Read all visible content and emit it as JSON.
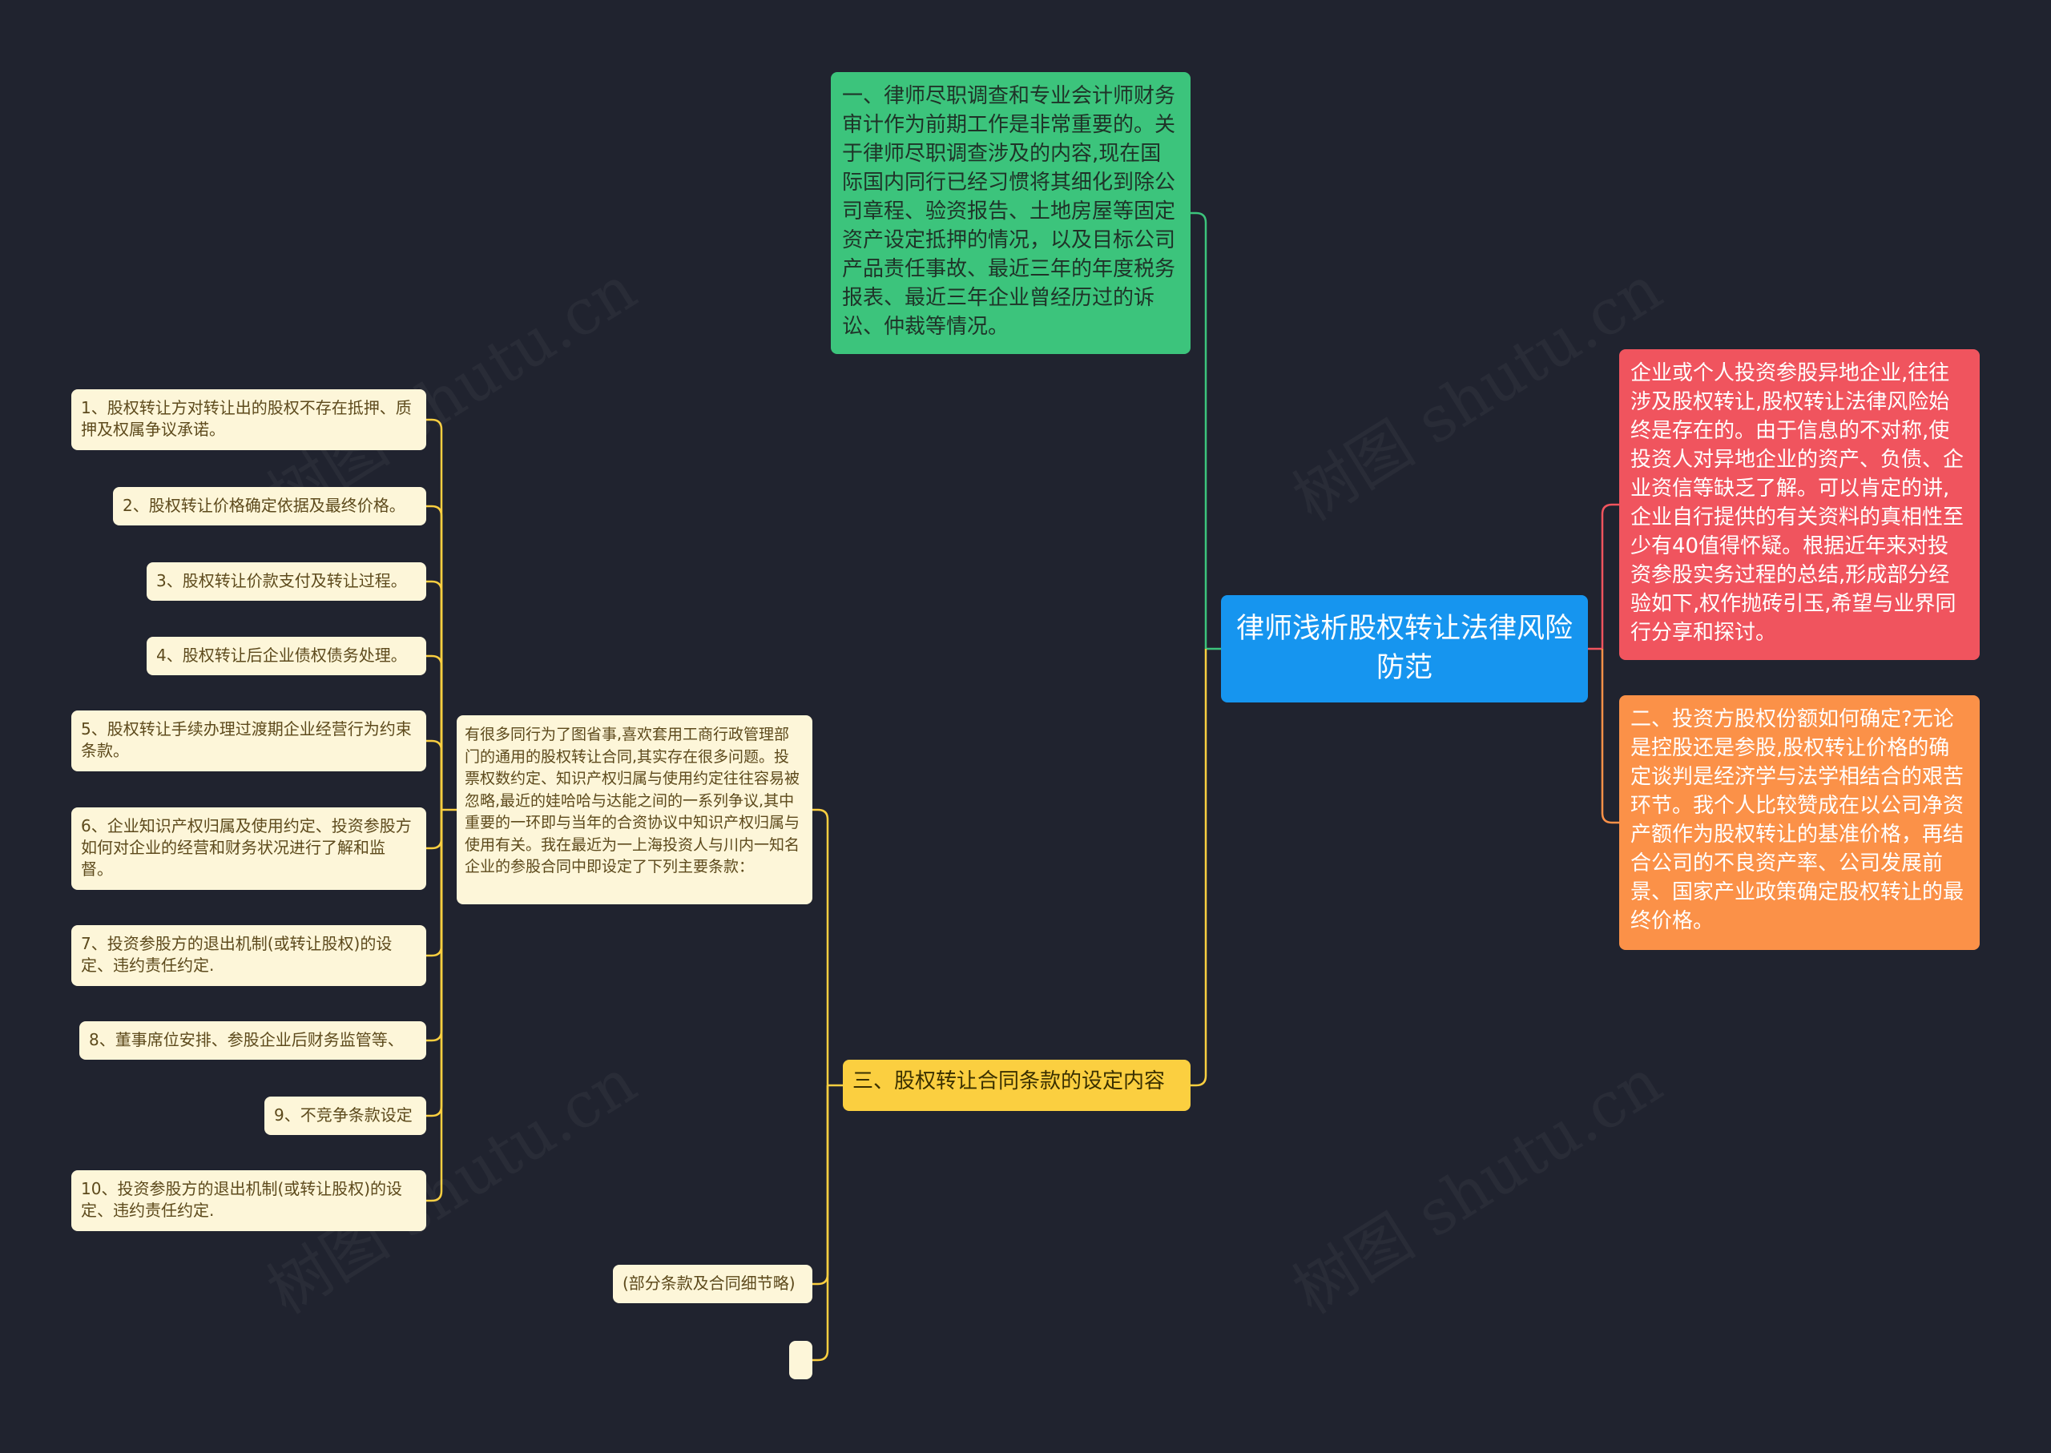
{
  "root": {
    "title": "律师浅析股权转让法律风险防范"
  },
  "branches": {
    "due_diligence": "一、律师尽职调查和专业会计师财务审计作为前期工作是非常重要的。关于律师尽职调查涉及的内容,现在国际国内同行已经习惯将其细化到除公司章程、验资报告、土地房屋等固定资产设定抵押的情况，以及目标公司产品责任事故、最近三年的年度税务报表、最近三年企业曾经历过的诉讼、仲裁等情况。",
    "intro": "企业或个人投资参股异地企业,往往涉及股权转让,股权转让法律风险始终是存在的。由于信息的不对称,使投资人对异地企业的资产、负债、企业资信等缺乏了解。可以肯定的讲,企业自行提供的有关资料的真相性至少有40值得怀疑。根据近年来对投资参股实务过程的总结,形成部分经验如下,权作抛砖引玉,希望与业界同行分享和探讨。",
    "pricing": "二、投资方股权份额如何确定?无论是控股还是参股,股权转让价格的确定谈判是经济学与法学相结合的艰苦环节。我个人比较赞成在以公司净资产额作为股权转让的基准价格，再结合公司的不良资产率、公司发展前景、国家产业政策确定股权转让的最终价格。",
    "contract": "三、股权转让合同条款的设定内容"
  },
  "contract_children": {
    "description": "有很多同行为了图省事,喜欢套用工商行政管理部门的通用的股权转让合同,其实存在很多问题。投票权数约定、知识产权归属与使用约定往往容易被忽略,最近的娃哈哈与达能之间的一系列争议,其中重要的一环即与当年的合资协议中知识产权归属与使用有关。我在最近为一上海投资人与川内一知名企业的参股合同中即设定了下列主要条款：",
    "note": "(部分条款及合同细节略)",
    "blank": ""
  },
  "clauses": [
    "1、股权转让方对转让出的股权不存在抵押、质押及权属争议承诺。",
    "2、股权转让价格确定依据及最终价格。",
    "3、股权转让价款支付及转让过程。",
    "4、股权转让后企业债权债务处理。",
    "5、股权转让手续办理过渡期企业经营行为约束条款。",
    "6、企业知识产权归属及使用约定、投资参股方如何对企业的经营和财务状况进行了解和监督。",
    "7、投资参股方的退出机制(或转让股权)的设定、违约责任约定.",
    "8、董事席位安排、参股企业后财务监管等、",
    "9、不竞争条款设定",
    "10、投资参股方的退出机制(或转让股权)的设定、违约责任约定."
  ],
  "watermark": "树图 shutu.cn",
  "colors": {
    "background": "#20232f",
    "root": "#1695ef",
    "green": "#3cc47c",
    "red": "#f0545e",
    "orange": "#fb9148",
    "yellow": "#fbcf40",
    "cream": "#fdf6d9"
  }
}
